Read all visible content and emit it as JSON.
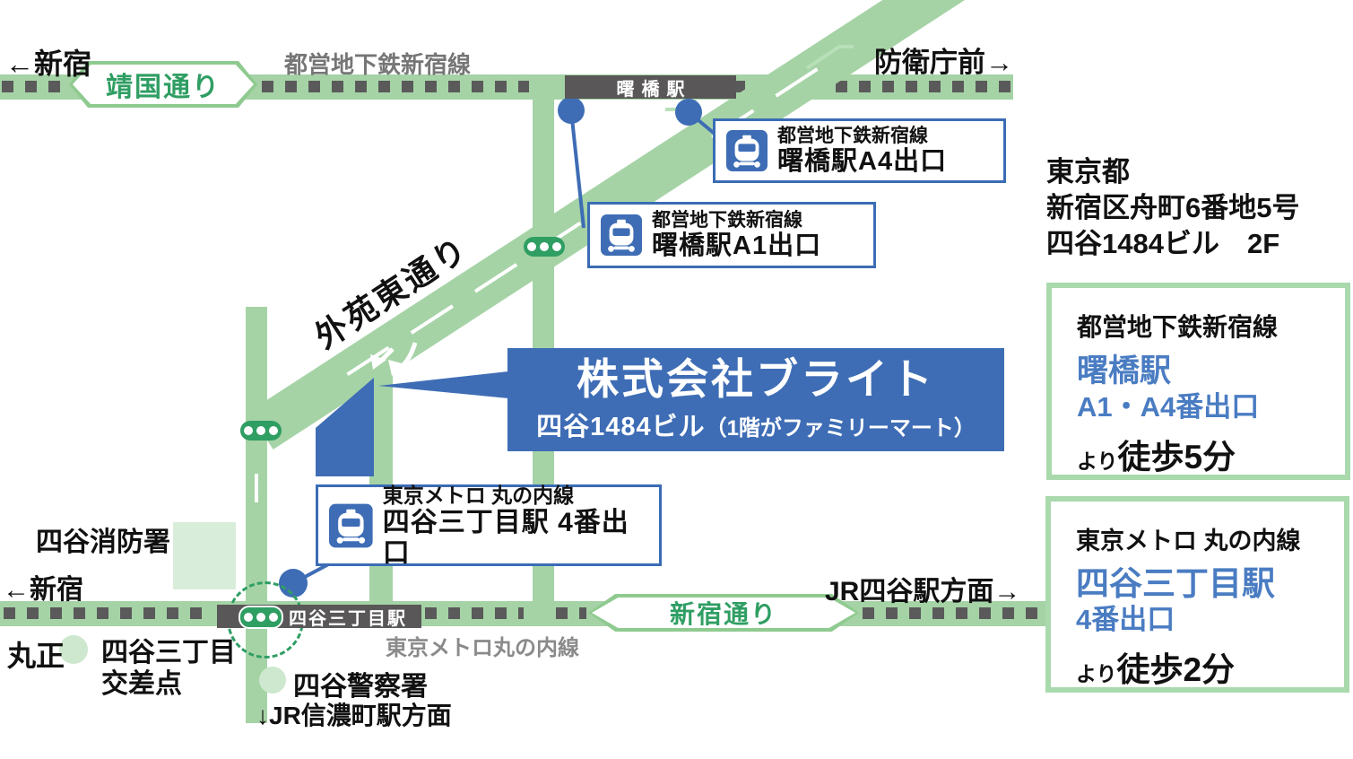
{
  "map": {
    "top": {
      "dir_left": "←新宿",
      "line_label": "都営地下鉄新宿線",
      "road_capsule": "靖国通り",
      "station": "曙橋駅",
      "dir_right": "防衛庁前→"
    },
    "diagonal_road_label": "外苑東通り",
    "callout_a4": {
      "line": "都営地下鉄新宿線",
      "exit": "曙橋駅A4出口"
    },
    "callout_a1": {
      "line": "都営地下鉄新宿線",
      "exit": "曙橋駅A1出口"
    },
    "callout_marunouchi": {
      "line": "東京メトロ 丸の内線",
      "exit": "四谷三丁目駅 4番出口"
    },
    "main_callout": {
      "company": "株式会社ブライト",
      "building": "四谷1484ビル",
      "note": "（1階がファミリーマート）"
    },
    "landmarks": {
      "fire_station": "四谷消防署",
      "marusho": "丸正",
      "crossing": [
        "四谷三丁目",
        "交差点"
      ],
      "police": "四谷警察署"
    },
    "bottom": {
      "dir_left": "←新宿",
      "station": "四谷三丁目駅",
      "road_capsule": "新宿通り",
      "line_label": "東京メトロ丸の内線",
      "dir_right": "JR四谷駅方面→",
      "down_label": "↓JR信濃町駅方面"
    }
  },
  "panel": {
    "address": [
      "東京都",
      "新宿区舟町6番地5号",
      "四谷1484ビル　2F"
    ],
    "route1": {
      "line": "都営地下鉄新宿線",
      "station": "曙橋駅",
      "exit": "A1・A4番出口",
      "prefix": "より",
      "walk": "徒歩5分"
    },
    "route2": {
      "line": "東京メトロ 丸の内線",
      "station": "四谷三丁目駅",
      "exit": "4番出口",
      "prefix": "より",
      "walk": "徒歩2分"
    }
  },
  "colors": {
    "road_green": "#a5d3a6",
    "light_green_block": "#d9eeda",
    "accent_green": "#2f9e63",
    "callout_blue": "#3e6db5",
    "panel_text_blue": "#4a7cc2",
    "station_bar_gray": "#595757",
    "dash_gray": "#5a5a5a"
  }
}
